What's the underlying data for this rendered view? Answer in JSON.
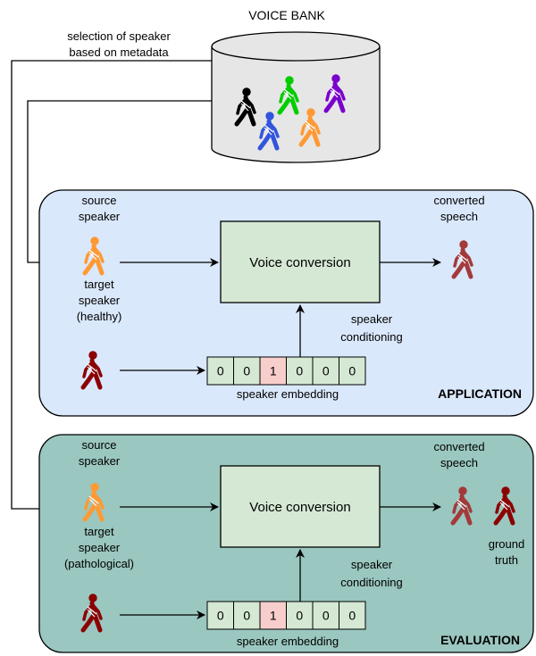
{
  "voice_bank": {
    "title": "VOICE BANK",
    "selection_label": [
      "selection of speaker",
      "based on metadata"
    ]
  },
  "application": {
    "section_label": "APPLICATION",
    "source_label": [
      "source",
      "speaker"
    ],
    "target_label": [
      "target",
      "speaker",
      "(healthy)"
    ],
    "converted_label": [
      "converted",
      "speech"
    ],
    "vc_label": "Voice conversion",
    "conditioning_label": [
      "speaker",
      "conditioning"
    ],
    "embedding_label": "speaker embedding",
    "embedding_values": [
      "0",
      "0",
      "1",
      "0",
      "0",
      "0"
    ],
    "active_index": 2
  },
  "evaluation": {
    "section_label": "EVALUATION",
    "source_label": [
      "source",
      "speaker"
    ],
    "target_label": [
      "target",
      "speaker",
      "(pathological)"
    ],
    "converted_label": [
      "converted",
      "speech"
    ],
    "ground_truth_label": [
      "ground",
      "truth"
    ],
    "vc_label": "Voice conversion",
    "conditioning_label": [
      "speaker",
      "conditioning"
    ],
    "embedding_label": "speaker embedding",
    "embedding_values": [
      "0",
      "0",
      "1",
      "0",
      "0",
      "0"
    ],
    "active_index": 2
  },
  "colors": {
    "application_bg": "#dae8fc",
    "evaluation_bg": "#9ac7bf",
    "vc_box": "#d5e8d4",
    "embedding_cell": "#d5e8d4",
    "embedding_active": "#f8cecc",
    "walker_orange": "#ff9933",
    "walker_dark_red": "#8b0000",
    "walker_faded_red": "#a33a3a",
    "walker_black": "#000000",
    "walker_green": "#00cc00",
    "walker_purple": "#7a00cc",
    "walker_blue": "#3355dd"
  }
}
